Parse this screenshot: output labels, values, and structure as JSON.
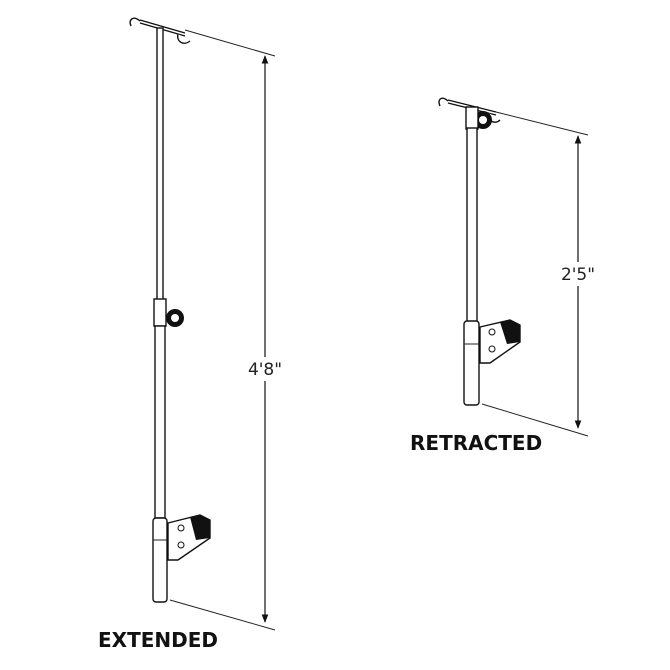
{
  "extended": {
    "caption": "EXTENDED",
    "height_label": "4'8\""
  },
  "retracted": {
    "caption": "RETRACTED",
    "height_label": "2'5\""
  }
}
